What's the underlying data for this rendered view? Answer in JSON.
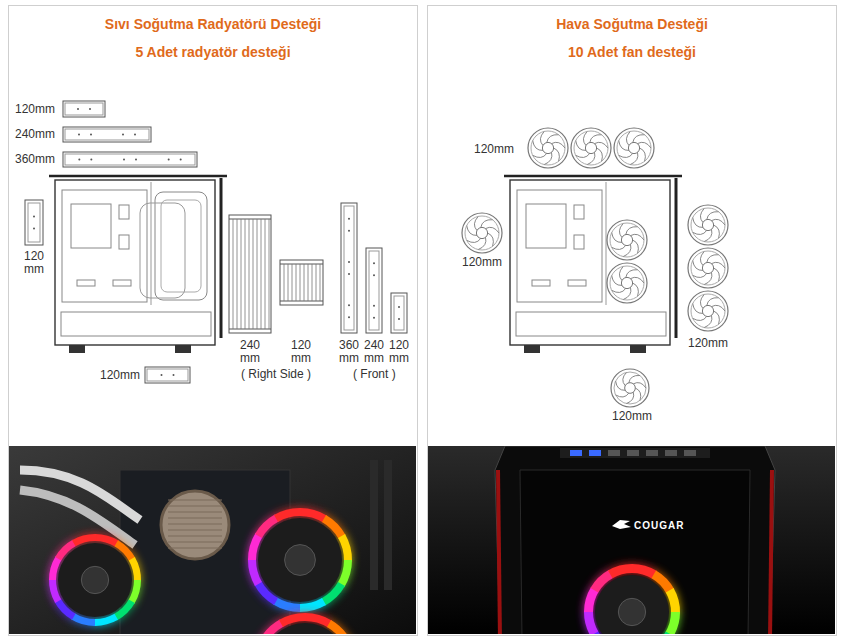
{
  "diagram": {
    "nodes": [
      {
        "text": [
          "Sıvı Soğutma Radyatörü Desteği",
          "5 Adet radyatör desteği"
        ]
      },
      {
        "text": [
          "Hava Soğutma Desteği",
          "10 Adet fan desteği"
        ]
      }
    ],
    "labels": [
      "120mm",
      "240mm",
      "360mm",
      "120 mm",
      "240 mm",
      "120 mm",
      "( Right Side )",
      "360 mm",
      "240 mm",
      "120 mm",
      "( Front )",
      "120mm",
      "120mm",
      "120mm",
      "120mm",
      "120mm",
      "COUGAR"
    ]
  }
}
